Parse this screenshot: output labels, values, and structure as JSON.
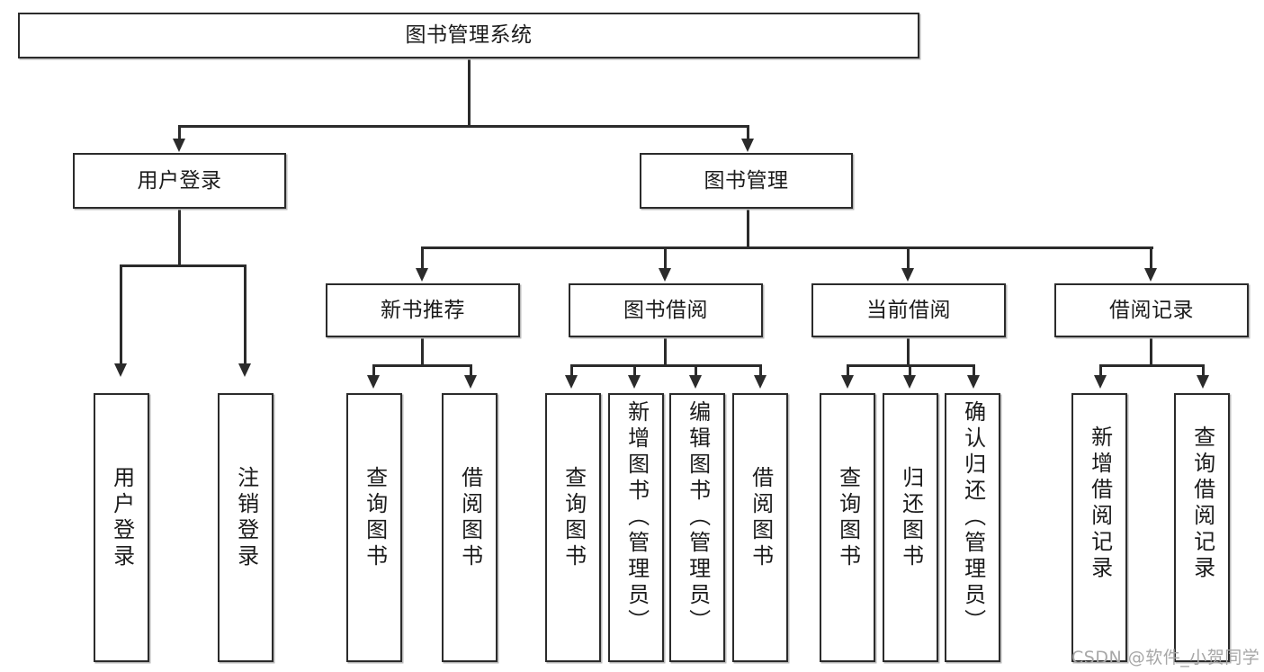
{
  "diagram": {
    "type": "tree-hierarchy",
    "title": "图书管理系统",
    "watermark": "CSDN @软件_小贺同学",
    "colors": {
      "box_border": "#2b2b2b",
      "box_fill": "#ffffff",
      "connector": "#2b2b2b",
      "background": "#ffffff",
      "watermark": "#a7a7a7"
    },
    "levels": {
      "root": "图书管理系统",
      "level2": [
        "用户登录",
        "图书管理"
      ],
      "level3": [
        "新书推荐",
        "图书借阅",
        "当前借阅",
        "借阅记录"
      ]
    }
  },
  "nodes": {
    "root": {
      "label": "图书管理系统"
    },
    "user_login": {
      "label": "用户登录"
    },
    "book_manage": {
      "label": "图书管理"
    },
    "new_book_rec": {
      "label": "新书推荐"
    },
    "book_borrow": {
      "label": "图书借阅"
    },
    "current_borrow": {
      "label": "当前借阅"
    },
    "borrow_record": {
      "label": "借阅记录"
    },
    "leaf_user_login": {
      "label": "用户登录"
    },
    "leaf_logout": {
      "label": "注销登录"
    },
    "leaf_query_book_a": {
      "label": "查询图书"
    },
    "leaf_borrow_book_a": {
      "label": "借阅图书"
    },
    "leaf_query_book_b": {
      "label": "查询图书"
    },
    "leaf_add_book_admin": {
      "label": "新增图书（管理员）"
    },
    "leaf_edit_book_admin": {
      "label": "编辑图书（管理员）"
    },
    "leaf_borrow_book_b": {
      "label": "借阅图书"
    },
    "leaf_query_book_c": {
      "label": "查询图书"
    },
    "leaf_return_book": {
      "label": "归还图书"
    },
    "leaf_confirm_return_admin": {
      "label": "确认归还（管理员）"
    },
    "leaf_add_record": {
      "label": "新增借阅记录"
    },
    "leaf_query_record": {
      "label": "查询借阅记录"
    }
  },
  "tree": {
    "name": "图书管理系统",
    "children": [
      {
        "name": "用户登录",
        "children": [
          {
            "name": "用户登录"
          },
          {
            "name": "注销登录"
          }
        ]
      },
      {
        "name": "图书管理",
        "children": [
          {
            "name": "新书推荐",
            "children": [
              {
                "name": "查询图书"
              },
              {
                "name": "借阅图书"
              }
            ]
          },
          {
            "name": "图书借阅",
            "children": [
              {
                "name": "查询图书"
              },
              {
                "name": "新增图书（管理员）"
              },
              {
                "name": "编辑图书（管理员）"
              },
              {
                "name": "借阅图书"
              }
            ]
          },
          {
            "name": "当前借阅",
            "children": [
              {
                "name": "查询图书"
              },
              {
                "name": "归还图书"
              },
              {
                "name": "确认归还（管理员）"
              }
            ]
          },
          {
            "name": "借阅记录",
            "children": [
              {
                "name": "新增借阅记录"
              },
              {
                "name": "查询借阅记录"
              }
            ]
          }
        ]
      }
    ]
  }
}
